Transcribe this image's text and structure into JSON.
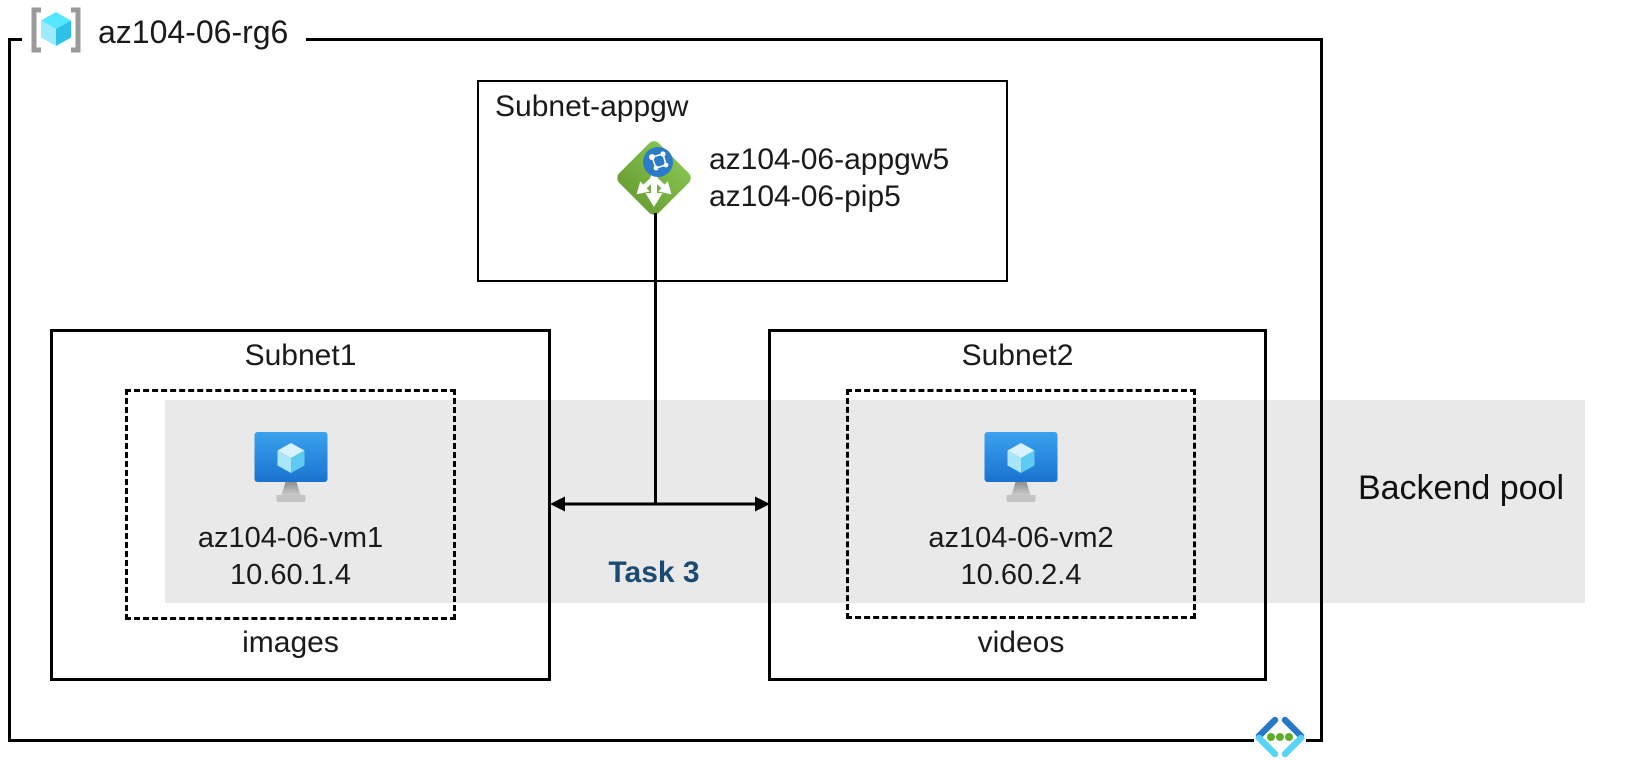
{
  "resource_group": {
    "title": "az104-06-rg6"
  },
  "appgw_subnet": {
    "title": "Subnet-appgw",
    "gateway_name": "az104-06-appgw5",
    "public_ip_name": "az104-06-pip5"
  },
  "subnet1": {
    "title": "Subnet1",
    "vm_name": "az104-06-vm1",
    "vm_ip": "10.60.1.4",
    "storage_label": "images"
  },
  "subnet2": {
    "title": "Subnet2",
    "vm_name": "az104-06-vm2",
    "vm_ip": "10.60.2.4",
    "storage_label": "videos"
  },
  "backend_pool": {
    "label": "Backend pool"
  },
  "task": {
    "label": "Task 3"
  },
  "icons": {
    "resource_group": "gray-brackets-cyan-cube",
    "application_gateway": "green-diamond-white-arrows-globe",
    "virtual_machine": "blue-monitor-with-cube",
    "virtual_network": "blue-angle-brackets-green-dots"
  },
  "colors": {
    "backend_band": "#e9e9e9",
    "task_text": "#1b4a73",
    "appgw_green": "#76b041",
    "appgw_globe_blue": "#2b7bc8",
    "vm_screen_blue": "#2387dd",
    "rg_cube_cyan": "#50e6ff",
    "bracket_gray": "#9a9a9a",
    "vnet_dark_blue": "#2878c8",
    "vnet_cyan": "#55d4f4",
    "vnet_dot_green": "#5fae27",
    "line_black": "#000000"
  }
}
